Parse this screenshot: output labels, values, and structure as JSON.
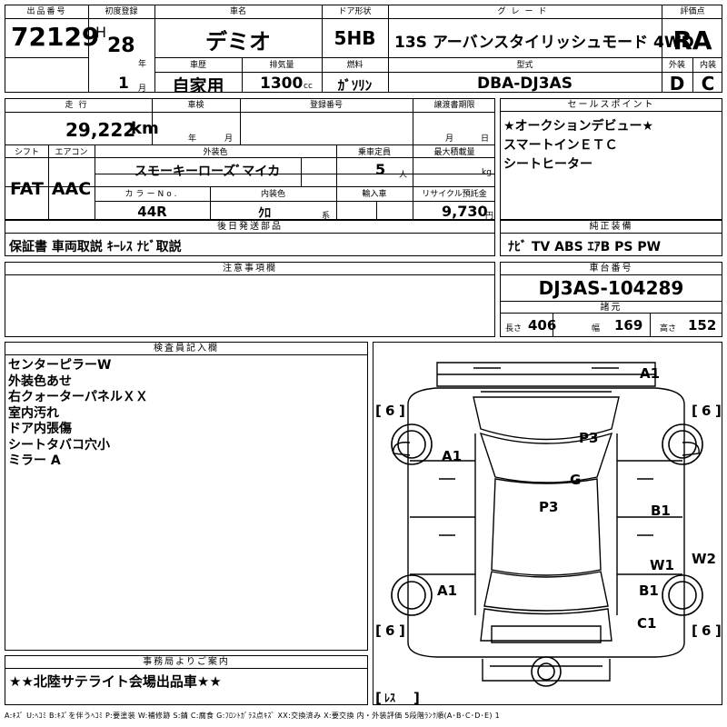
{
  "headers": {
    "lot_no": "出品番号",
    "first_reg": "初度登録",
    "model_name": "車名",
    "door": "ドア形状",
    "grade": "グレード",
    "score": "評価点",
    "history": "車歴",
    "displacement": "排気量",
    "fuel": "燃料",
    "model_type": "型式",
    "exterior": "外装",
    "interior": "内装",
    "mileage": "走行",
    "inspection": "車検",
    "reg_no": "登録番号",
    "transfer": "譲渡書期限",
    "sales_points": "セールスポイント",
    "shift": "シフト",
    "aircon": "エアコン",
    "ext_color": "外装色",
    "capacity": "乗車定員",
    "max_load": "最大積載量",
    "color_no": "カラーNo.",
    "int_color": "内装色",
    "import": "輸入車",
    "recycle": "リサイクル預託金",
    "later_parts": "後日発送部品",
    "equipment": "純正装備",
    "caution": "注意事項欄",
    "chassis_no": "車台番号",
    "specs": "諸元",
    "inspector": "検査員記入欄",
    "office": "事務局よりご案内"
  },
  "car": {
    "lot_no": "72129",
    "era": "H",
    "year": "28",
    "year_unit": "年",
    "month": "1",
    "month_unit": "月",
    "model": "デミオ",
    "door": "5HB",
    "grade": "13S アーバンスタイリッシュモード 4WD",
    "score": "RA",
    "history": "自家用",
    "displacement": "1300",
    "cc": "cc",
    "fuel": "ｶﾞｿﾘﾝ",
    "model_type": "DBA-DJ3AS",
    "exterior_grade": "D",
    "interior_grade": "C",
    "mileage": "29,222",
    "km": "km",
    "insp_year_unit": "年",
    "insp_month_unit": "月",
    "transfer_month": "月",
    "transfer_day": "日",
    "shift": "FAT",
    "aircon": "AAC",
    "color": "スモーキーローズﾞマイカ",
    "capacity": "5",
    "capacity_unit": "人",
    "load_unit": "kg",
    "color_no": "44R",
    "int_color": "ｸﾛ",
    "int_unit": "系",
    "recycle": "9,730",
    "yen": "円",
    "later_parts": "保証書 車両取説 ｷｰﾚｽ ﾅﾋﾞ取説",
    "equipment": "ﾅﾋﾞ TV ABS ｴｱB PS PW",
    "chassis_no": "DJ3AS-104289",
    "length_label": "長さ",
    "length": "406",
    "width_label": "幅",
    "width": "169",
    "height_label": "高さ",
    "height": "152"
  },
  "sales_points": [
    "★オークションデビュー★",
    "スマートインＥＴＣ",
    "シートヒーター"
  ],
  "inspector_notes": [
    "センターピラーW",
    "外装色あせ",
    "右クォーターパネルＸＸ",
    "室内汚れ",
    "ドア内張傷",
    "シートタバコ穴小",
    "ミラー A"
  ],
  "office_note": "★★北陸サテライト会場出品車★★",
  "diagram_marks": {
    "a1_top": "A1",
    "a1_left_front": "A1",
    "a1_left_rear": "A1",
    "p3_hood": "P3",
    "g": "G",
    "p3_roof": "P3",
    "b1_right_front": "B1",
    "w1": "W1",
    "w2": "W2",
    "b1_right_rear": "B1",
    "c1": "C1",
    "tire_fl": "6",
    "tire_fr": "6",
    "tire_rl": "6",
    "tire_rr": "6",
    "spare": "ﾚｽ"
  },
  "legend": "A:ｷｽﾞ U:ﾍｺﾐ B:ｷｽﾞを伴うﾍｺﾐ P:要塗装 W:補修跡 S:錆 C:腐食 G:ﾌﾛﾝﾄｶﾞﾗｽ点ｷｽﾞ XX:交換済み X:要交換 内・外装評価 5段階ﾗﾝｸ順(A･B･C･D･E) 1"
}
